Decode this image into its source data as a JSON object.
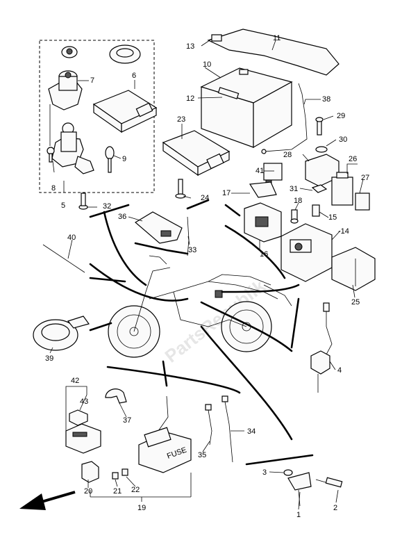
{
  "watermark": "PartsRepublik",
  "callouts": [
    {
      "id": "c1",
      "text": "1"
    },
    {
      "id": "c2",
      "text": "2"
    },
    {
      "id": "c3",
      "text": "3"
    },
    {
      "id": "c4",
      "text": "4"
    },
    {
      "id": "c5",
      "text": "5"
    },
    {
      "id": "c6",
      "text": "6"
    },
    {
      "id": "c7",
      "text": "7"
    },
    {
      "id": "c8",
      "text": "8"
    },
    {
      "id": "c9",
      "text": "9"
    },
    {
      "id": "c10",
      "text": "10"
    },
    {
      "id": "c11",
      "text": "11"
    },
    {
      "id": "c12",
      "text": "12"
    },
    {
      "id": "c13",
      "text": "13"
    },
    {
      "id": "c14",
      "text": "-14"
    },
    {
      "id": "c15",
      "text": "15"
    },
    {
      "id": "c16",
      "text": "16"
    },
    {
      "id": "c17",
      "text": "17"
    },
    {
      "id": "c18",
      "text": "18"
    },
    {
      "id": "c19",
      "text": "19"
    },
    {
      "id": "c20",
      "text": "20"
    },
    {
      "id": "c21",
      "text": "21"
    },
    {
      "id": "c22",
      "text": "22"
    },
    {
      "id": "c23",
      "text": "23"
    },
    {
      "id": "c24",
      "text": "24"
    },
    {
      "id": "c25",
      "text": "25"
    },
    {
      "id": "c26",
      "text": "26"
    },
    {
      "id": "c27",
      "text": "27"
    },
    {
      "id": "c28",
      "text": "28"
    },
    {
      "id": "c29",
      "text": "29"
    },
    {
      "id": "c30",
      "text": "30"
    },
    {
      "id": "c31",
      "text": "31"
    },
    {
      "id": "c32",
      "text": "32"
    },
    {
      "id": "c33",
      "text": "33"
    },
    {
      "id": "c34",
      "text": "34"
    },
    {
      "id": "c35",
      "text": "35"
    },
    {
      "id": "c36",
      "text": "36"
    },
    {
      "id": "c37",
      "text": "37"
    },
    {
      "id": "c38",
      "text": "38"
    },
    {
      "id": "c39",
      "text": "39"
    },
    {
      "id": "c40",
      "text": "40"
    },
    {
      "id": "c41",
      "text": "41"
    },
    {
      "id": "c42",
      "text": "42"
    },
    {
      "id": "c43",
      "text": "43"
    }
  ],
  "fuse_label": "FUSE",
  "colors": {
    "line": "#000000",
    "fill": "#fafafa",
    "watermark": "#e6e6e6"
  }
}
